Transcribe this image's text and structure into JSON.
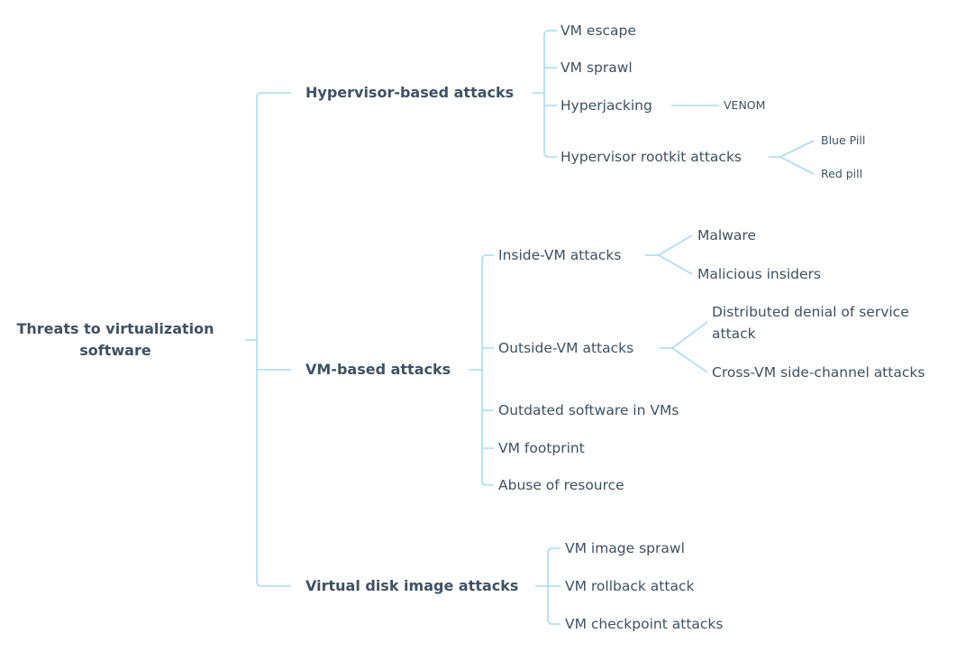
{
  "root": "Threats to virtualization software",
  "branches": [
    {
      "label": "Hypervisor-based attacks",
      "children": [
        {
          "label": "VM escape"
        },
        {
          "label": "VM sprawl"
        },
        {
          "label": "Hyperjacking",
          "children": [
            "VENOM"
          ]
        },
        {
          "label": "Hypervisor rootkit attacks",
          "children": [
            "Blue Pill",
            "Red pill"
          ]
        }
      ]
    },
    {
      "label": "VM-based attacks",
      "children": [
        {
          "label": "Inside-VM attacks",
          "children": [
            "Malware",
            "Malicious insiders"
          ]
        },
        {
          "label": "Outside-VM attacks",
          "children": [
            "Distributed denial of service attack",
            "Cross-VM side-channel attacks"
          ]
        },
        {
          "label": "Outdated software in VMs"
        },
        {
          "label": "VM footprint"
        },
        {
          "label": "Abuse of resource"
        }
      ]
    },
    {
      "label": "Virtual disk image attacks",
      "children": [
        {
          "label": "VM image sprawl"
        },
        {
          "label": "VM rollback attack"
        },
        {
          "label": "VM checkpoint attacks"
        }
      ]
    }
  ],
  "colors": {
    "line": "#a9dcef",
    "text": "#3f5163"
  }
}
